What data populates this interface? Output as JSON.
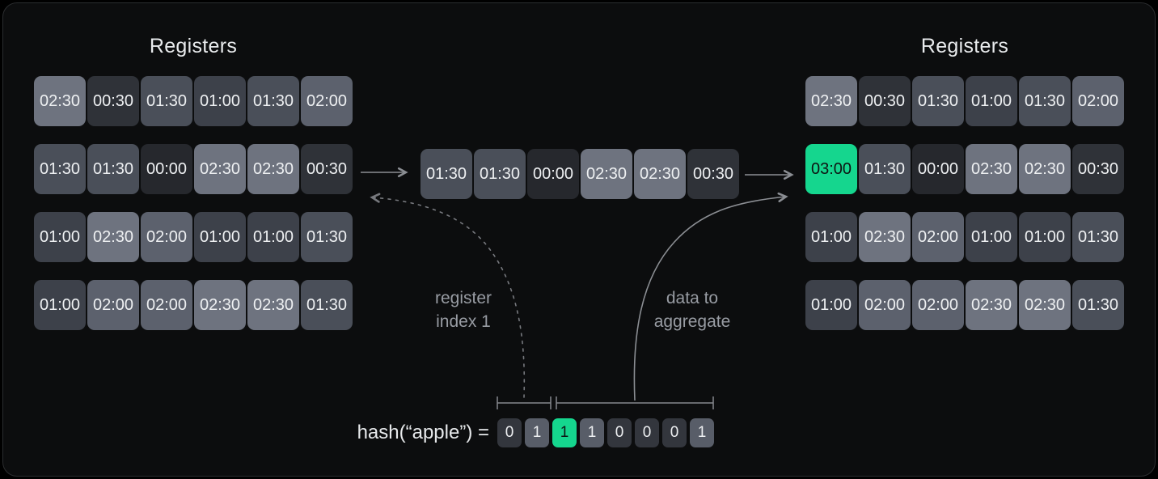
{
  "colors": {
    "panel_bg": "#0c0d0e",
    "panel_border": "#2b2d2f",
    "title": "#e9ebed",
    "cell_text": "#eef0f2",
    "label": "#989ca3",
    "hash_text": "#e7e9eb",
    "arrow": "#8b8e93",
    "dashed": "#77797e",
    "bracket": "#85888d",
    "accent_green": "#15d68e",
    "accent_text": "#0e1513",
    "bit_zero_bg": "#33363d",
    "bit_one_bg": "#585d68",
    "value_colors": {
      "00:00": "#26282d",
      "00:30": "#2f3238",
      "01:00": "#3d414a",
      "01:30": "#4a4f59",
      "02:00": "#5c616d",
      "02:30": "#6e737f",
      "03:00": "#15d68e"
    }
  },
  "left_registers": {
    "title": "Registers",
    "rows": [
      [
        "02:30",
        "00:30",
        "01:30",
        "01:00",
        "01:30",
        "02:00"
      ],
      [
        "01:30",
        "01:30",
        "00:00",
        "02:30",
        "02:30",
        "00:30"
      ],
      [
        "01:00",
        "02:30",
        "02:00",
        "01:00",
        "01:00",
        "01:30"
      ],
      [
        "01:00",
        "02:00",
        "02:00",
        "02:30",
        "02:30",
        "01:30"
      ]
    ]
  },
  "middle_row": {
    "cells": [
      "01:30",
      "01:30",
      "00:00",
      "02:30",
      "02:30",
      "00:30"
    ]
  },
  "right_registers": {
    "title": "Registers",
    "rows": [
      [
        "02:30",
        "00:30",
        "01:30",
        "01:00",
        "01:30",
        "02:00"
      ],
      [
        "03:00",
        "01:30",
        "00:00",
        "02:30",
        "02:30",
        "00:30"
      ],
      [
        "01:00",
        "02:30",
        "02:00",
        "01:00",
        "01:00",
        "01:30"
      ],
      [
        "01:00",
        "02:00",
        "02:00",
        "02:30",
        "02:30",
        "01:30"
      ]
    ],
    "highlight": {
      "row": 1,
      "col": 0
    }
  },
  "annotations": {
    "register_index": [
      "register",
      "index 1"
    ],
    "data_to_aggregate": [
      "data to",
      "aggregate"
    ]
  },
  "hash": {
    "label": "hash(“apple”) =",
    "bits": [
      "0",
      "1",
      "1",
      "1",
      "0",
      "0",
      "0",
      "1"
    ],
    "highlight_index": 2
  }
}
